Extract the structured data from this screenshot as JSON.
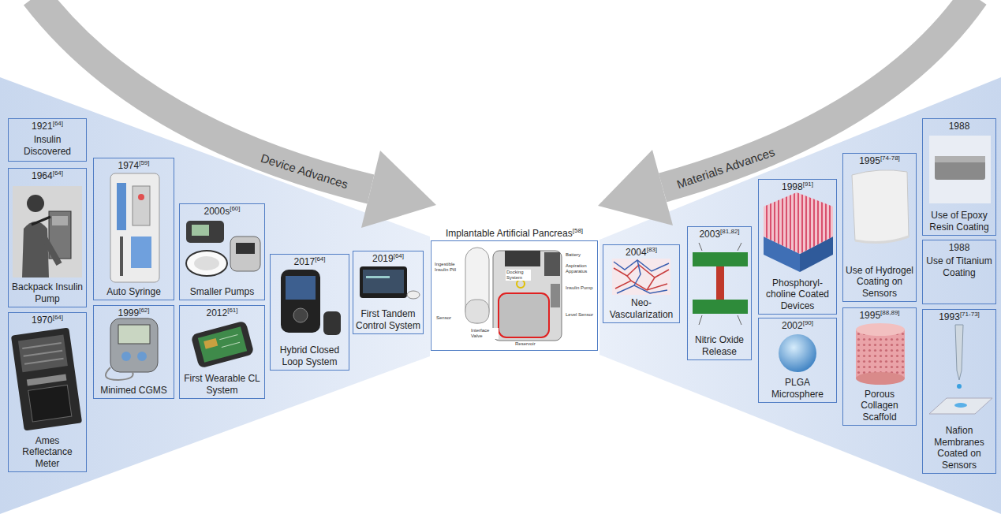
{
  "diagram": {
    "nodes": [
      {
        "text": [
          "1921",
          "[64]",
          "Insulin Discovered"
        ]
      },
      {
        "text": [
          "1964",
          "[64]",
          "Backpack Insulin Pump"
        ]
      },
      {
        "text": [
          "1970",
          "[64]",
          "Ames Reflectance Meter"
        ]
      },
      {
        "text": [
          "1974",
          "[59]",
          "Auto Syringe"
        ]
      },
      {
        "text": [
          "1999",
          "[62]",
          "Minimed CGMS"
        ]
      },
      {
        "text": [
          "2000s",
          "[60]",
          "Smaller Pumps"
        ]
      },
      {
        "text": [
          "2012",
          "[61]",
          "First Wearable CL System"
        ]
      },
      {
        "text": [
          "2017",
          "[64]",
          "Hybrid Closed Loop System"
        ]
      },
      {
        "text": [
          "2019",
          "[64]",
          "First Tandem Control System"
        ]
      },
      {
        "text": [
          "Implantable Artificial Pancreas",
          "[58]"
        ]
      },
      {
        "text": [
          "2004",
          "[83]",
          "Neo- Vascularization"
        ]
      },
      {
        "text": [
          "2003",
          "[81,82]",
          "Nitric Oxide Release"
        ]
      },
      {
        "text": [
          "1998",
          "[91]",
          "Phosphoryl- choline Coated Devices"
        ]
      },
      {
        "text": [
          "2002",
          "[90]",
          "PLGA Microsphere"
        ]
      },
      {
        "text": [
          "1995",
          "[74-78]",
          "Use of Hydrogel Coating on Sensors"
        ]
      },
      {
        "text": [
          "1995",
          "[88,89]",
          "Porous Collagen Scaffold"
        ]
      },
      {
        "text": [
          "1988",
          "Use of Epoxy Resin Coating"
        ]
      },
      {
        "text": [
          "1988",
          "Use of Titanium Coating"
        ]
      },
      {
        "text": [
          "1993",
          "[71-73]",
          "Nafion Membranes Coated on Sensors"
        ]
      }
    ],
    "labels": [
      "Device Advances",
      "Materials Advances",
      "Ingestible Insulin Pill",
      "Docking System",
      "Battery",
      "Aspiration Apparatus",
      "Insulin Pump",
      "Level Sensor",
      "Interface Valve",
      "Reservoir",
      "Sensor"
    ]
  }
}
